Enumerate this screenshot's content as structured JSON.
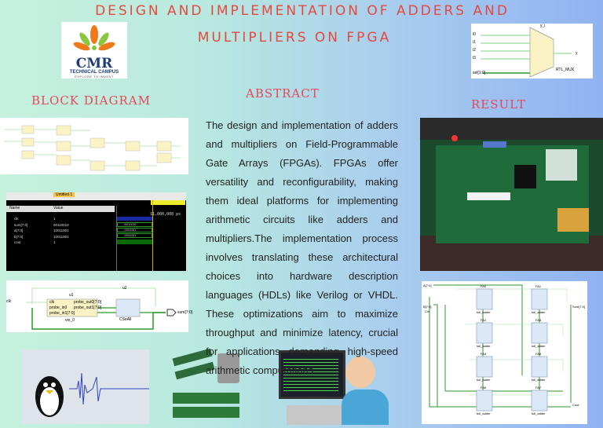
{
  "title": {
    "line1": "DESIGN AND IMPLEMENTATION OF ADDERS AND",
    "line2": "MULTIPLIERS ON FPGA"
  },
  "logo": {
    "name": "CMR",
    "sub": "TECHNICAL CAMPUS",
    "tagline": "EXPLORE TO INVENT"
  },
  "headings": {
    "block": "BLOCK DIAGRAM",
    "abstract": "ABSTRACT",
    "result": "RESULT"
  },
  "abstract": "The design and implementation of adders and multipliers on Field-Programmable Gate Arrays (FPGAs). FPGAs offer versatility and reconfigurability, making them ideal platforms for implementing arithmetic circuits like adders and multipliers.The implementation process involves translating these architectural choices into hardware description languages (HDLs) like Verilog or VHDL. These optimizations aim to maximize throughput and minimize latency, crucial for applications demanding high-speed arithmetic computations.",
  "mux": {
    "inputs": [
      "i0",
      "i1",
      "i2",
      "i3"
    ],
    "sel": "sel[1:0]",
    "out": "y",
    "name": "y_i",
    "type": "RTL_MUX"
  },
  "wave": {
    "tab": "Untitled 1",
    "cols": [
      "Name",
      "Value"
    ],
    "time": "11,000,000 ps",
    "signals": [
      {
        "n": "clk",
        "v": "1"
      },
      {
        "n": "sum[7:0]",
        "v": "00110010"
      },
      {
        "n": "a[7:0]",
        "v": "10011001"
      },
      {
        "n": "b[7:0]",
        "v": "10011001"
      },
      {
        "n": "cout",
        "v": "1"
      }
    ],
    "trace": [
      "00110010",
      "10011001",
      "10011001"
    ]
  },
  "vio": {
    "clk": "clk",
    "u1": "u1",
    "u2": "u2",
    "vio": "vio_0",
    "csa": "CSeAll",
    "out": "sum[7:0]",
    "ports": [
      "clk",
      "probe_in0",
      "probe_in1[7:0]"
    ],
    "outs": [
      "probe_out0[7:0]",
      "probe_out1[7:0]"
    ]
  },
  "adder": {
    "a": "A[7:0]",
    "b": "B[7:0]",
    "cin": "Cin",
    "sum": "Sum[7:0]",
    "cout": "Cout",
    "cells": [
      "FA0",
      "FA1",
      "FA2",
      "FA3",
      "FA4",
      "FA5",
      "FA6",
      "FA7"
    ],
    "cell_type": "full_adder"
  },
  "colors": {
    "title": "#e5493d",
    "heading": "#e8475a",
    "wire": "#2a9a2a"
  }
}
